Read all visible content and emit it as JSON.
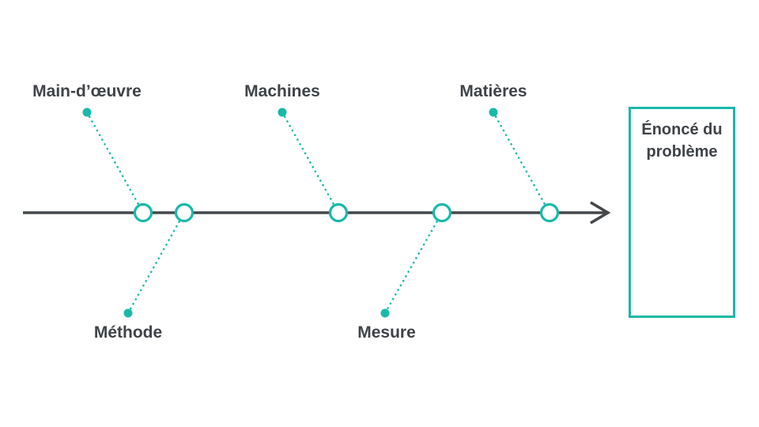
{
  "diagram": {
    "type": "fishbone-ishikawa",
    "problem": {
      "label": "Énoncé du problème"
    },
    "top_branches": [
      {
        "label": "Main-d’œuvre"
      },
      {
        "label": "Machines"
      },
      {
        "label": "Matières"
      }
    ],
    "bottom_branches": [
      {
        "label": "Méthode"
      },
      {
        "label": "Mesure"
      }
    ],
    "colors": {
      "accent_teal": "#19b9a9",
      "spine_gray": "#45484b",
      "text_dark": "#3f4347",
      "background": "#ffffff"
    }
  }
}
